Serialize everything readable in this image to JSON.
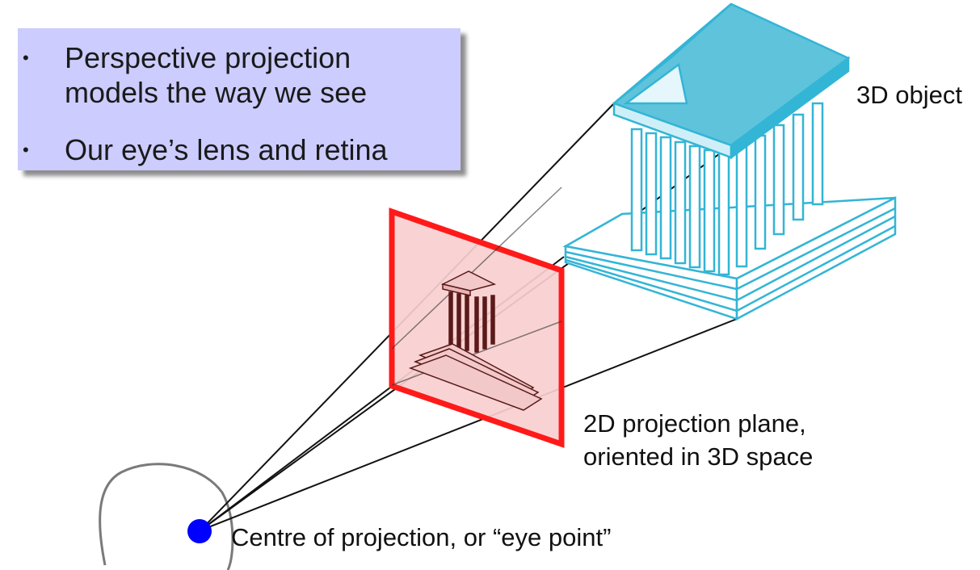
{
  "bullets": [
    {
      "bullet_char": "•",
      "lines": [
        "Perspective projection",
        "models the way we see"
      ]
    },
    {
      "bullet_char": "•",
      "lines": [
        "Our eye’s lens and retina"
      ]
    }
  ],
  "labels": {
    "object": "3D object",
    "plane_line1": "2D projection plane,",
    "plane_line2": "oriented in 3D space",
    "eye": "Centre of projection, or “eye point”"
  },
  "colors": {
    "bullet_box": "#ccccff",
    "temple": "#33b5d6",
    "temple_roof": "#5fc3dc",
    "plane_border": "#ff1a1a",
    "plane_fill": "#f9cfcf",
    "eye_point": "#0000ff",
    "head_outline": "#7a7a7a",
    "projected_temple": "#5a1a1a"
  }
}
